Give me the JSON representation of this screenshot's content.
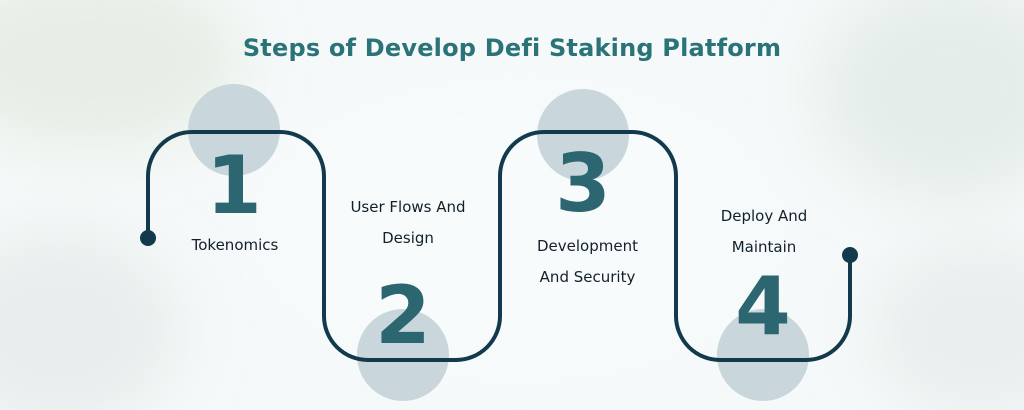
{
  "title": "Steps of Develop Defi Staking Platform",
  "colors": {
    "path": "#123a4c",
    "number": "#2c6670",
    "circle": "#c9d6dc",
    "title": "#2a7378",
    "text": "#12202a"
  },
  "steps": [
    {
      "number": "1",
      "label": "Tokenomics"
    },
    {
      "number": "2",
      "label": "User Flows And Design"
    },
    {
      "number": "3",
      "label": "Development And Security"
    },
    {
      "number": "4",
      "label": "Deploy And Maintain"
    }
  ]
}
